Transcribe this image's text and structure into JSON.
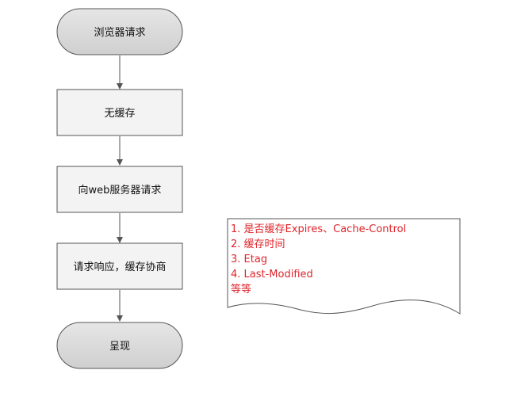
{
  "flowchart": {
    "start": "浏览器请求",
    "step1": "无缓存",
    "step2": "向web服务器请求",
    "step3": "请求响应，缓存协商",
    "end": "呈现"
  },
  "note": {
    "lines": [
      "1. 是否缓存Expires、Cache-Control",
      "2. 缓存时间",
      "3. Etag",
      "4. Last-Modified",
      "等等"
    ]
  },
  "colors": {
    "terminal_fill": "#d9d9d9",
    "process_fill": "#f3f3f3",
    "stroke": "#555555",
    "note_text": "#e0242a"
  }
}
